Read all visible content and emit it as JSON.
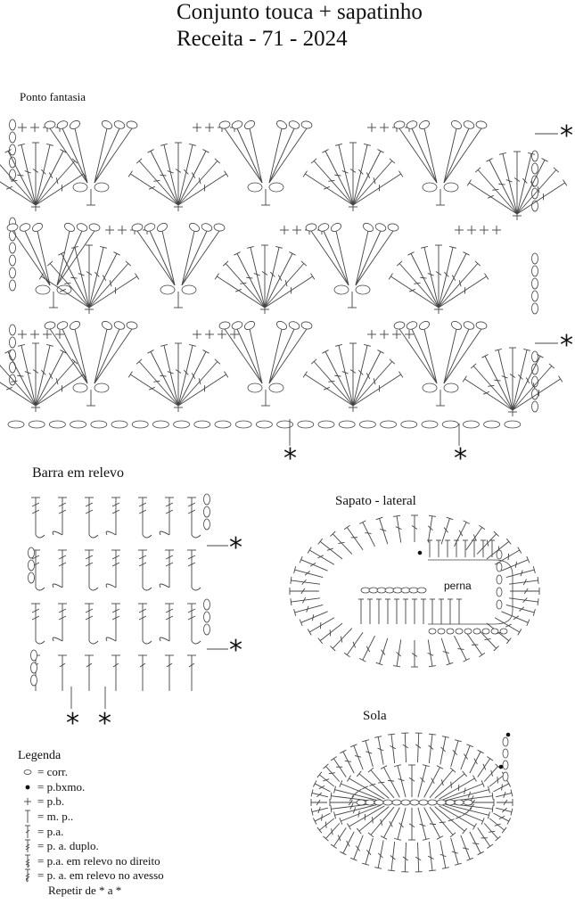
{
  "header": {
    "title_line1": "Conjunto touca + sapatinho",
    "title_line2": "Receita - 71 - 2024"
  },
  "sections": {
    "ponto_fantasia": "Ponto fantasia",
    "barra_em_relevo": "Barra em relevo",
    "sapato_lateral": "Sapato - lateral",
    "perna": "perna",
    "sola": "Sola"
  },
  "repeat_mark": "*",
  "legend": {
    "title": "Legenda",
    "items": [
      {
        "icon": "chain-icon",
        "text": "= corr."
      },
      {
        "icon": "slip-stitch-icon",
        "text": "= p.bxmo."
      },
      {
        "icon": "single-crochet-icon",
        "text": "= p.b."
      },
      {
        "icon": "half-double-crochet-icon",
        "text": "= m. p.."
      },
      {
        "icon": "double-crochet-icon",
        "text": "= p.a."
      },
      {
        "icon": "treble-crochet-icon",
        "text": "= p. a. duplo."
      },
      {
        "icon": "front-post-dc-icon",
        "text": "= p.a. em relevo no direito"
      },
      {
        "icon": "back-post-dc-icon",
        "text": "= p. a. em relevo no avesso"
      }
    ],
    "repeat_text": "Repetir de * a *"
  },
  "colors": {
    "ink": "#111111",
    "stitch": "#444444"
  }
}
